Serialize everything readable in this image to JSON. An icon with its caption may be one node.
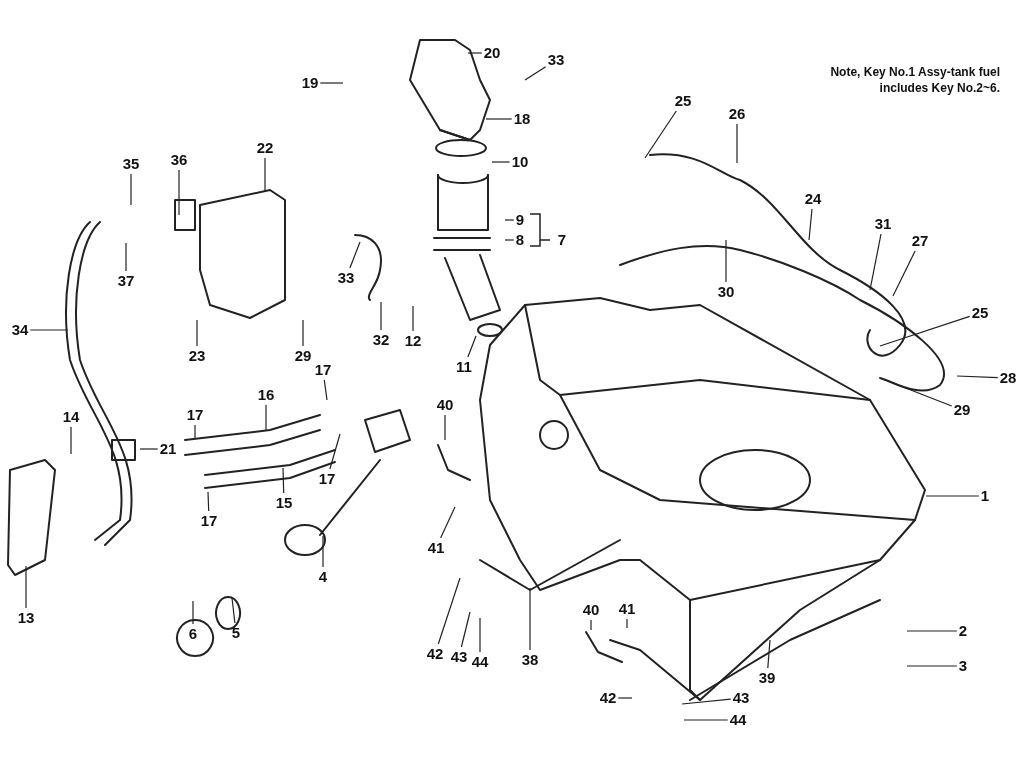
{
  "diagram": {
    "nodes": [
      {
        "text": [
          "20"
        ]
      },
      {
        "text": [
          "33"
        ]
      },
      {
        "text": [
          "19"
        ]
      },
      {
        "text": [
          "18"
        ]
      },
      {
        "text": [
          "25"
        ]
      },
      {
        "text": [
          "26"
        ]
      },
      {
        "text": [
          "10"
        ]
      },
      {
        "text": [
          "22"
        ]
      },
      {
        "text": [
          "35"
        ]
      },
      {
        "text": [
          "36"
        ]
      },
      {
        "text": [
          "24"
        ]
      },
      {
        "text": [
          "9"
        ]
      },
      {
        "text": [
          "8"
        ]
      },
      {
        "text": [
          "31"
        ]
      },
      {
        "text": [
          "27"
        ]
      },
      {
        "text": [
          "37"
        ]
      },
      {
        "text": [
          "33"
        ]
      },
      {
        "text": [
          "30"
        ]
      },
      {
        "text": [
          "25"
        ]
      },
      {
        "text": [
          "34"
        ]
      },
      {
        "text": [
          "23"
        ]
      },
      {
        "text": [
          "29"
        ]
      },
      {
        "text": [
          "32"
        ]
      },
      {
        "text": [
          "12"
        ]
      },
      {
        "text": [
          "11"
        ]
      },
      {
        "text": [
          "28"
        ]
      },
      {
        "text": [
          "17"
        ]
      },
      {
        "text": [
          "16"
        ]
      },
      {
        "text": [
          "40"
        ]
      },
      {
        "text": [
          "29"
        ]
      },
      {
        "text": [
          "14"
        ]
      },
      {
        "text": [
          "17"
        ]
      },
      {
        "text": [
          "21"
        ]
      },
      {
        "text": [
          "17"
        ]
      },
      {
        "text": [
          "1"
        ]
      },
      {
        "text": [
          "15"
        ]
      },
      {
        "text": [
          "17"
        ]
      },
      {
        "text": [
          "41"
        ]
      },
      {
        "text": [
          "4"
        ]
      },
      {
        "text": [
          "40"
        ]
      },
      {
        "text": [
          "41"
        ]
      },
      {
        "text": [
          "13"
        ]
      },
      {
        "text": [
          "5"
        ]
      },
      {
        "text": [
          "6"
        ]
      },
      {
        "text": [
          "2"
        ]
      },
      {
        "text": [
          "42"
        ]
      },
      {
        "text": [
          "43"
        ]
      },
      {
        "text": [
          "44"
        ]
      },
      {
        "text": [
          "38"
        ]
      },
      {
        "text": [
          "3"
        ]
      },
      {
        "text": [
          "39"
        ]
      },
      {
        "text": [
          "42"
        ]
      },
      {
        "text": [
          "43"
        ]
      },
      {
        "text": [
          "44"
        ]
      }
    ],
    "edges": [
      {
        "from": 0,
        "to": null,
        "arrow": "none"
      },
      {
        "from": 1,
        "to": null,
        "arrow": "none"
      },
      {
        "from": 2,
        "to": null,
        "arrow": "none"
      },
      {
        "from": 3,
        "to": null,
        "arrow": "none"
      },
      {
        "from": 4,
        "to": null,
        "arrow": "none"
      },
      {
        "from": 5,
        "to": null,
        "arrow": "none"
      },
      {
        "from": 6,
        "to": null,
        "arrow": "none"
      },
      {
        "from": 7,
        "to": null,
        "arrow": "none"
      },
      {
        "from": 8,
        "to": null,
        "arrow": "none"
      },
      {
        "from": 9,
        "to": null,
        "arrow": "none"
      },
      {
        "from": 10,
        "to": null,
        "arrow": "none"
      },
      {
        "from": 11,
        "to": null,
        "arrow": "none"
      },
      {
        "from": 12,
        "to": null,
        "arrow": "none"
      },
      {
        "from": 13,
        "to": null,
        "arrow": "none"
      },
      {
        "from": 14,
        "to": null,
        "arrow": "none"
      },
      {
        "from": 15,
        "to": null,
        "arrow": "none"
      },
      {
        "from": 16,
        "to": null,
        "arrow": "none"
      },
      {
        "from": 17,
        "to": null,
        "arrow": "none"
      },
      {
        "from": 18,
        "to": null,
        "arrow": "none"
      },
      {
        "from": 19,
        "to": null,
        "arrow": "none"
      },
      {
        "from": 20,
        "to": null,
        "arrow": "none"
      },
      {
        "from": 21,
        "to": null,
        "arrow": "none"
      },
      {
        "from": 22,
        "to": null,
        "arrow": "none"
      },
      {
        "from": 23,
        "to": null,
        "arrow": "none"
      },
      {
        "from": 24,
        "to": null,
        "arrow": "none"
      },
      {
        "from": 25,
        "to": null,
        "arrow": "none"
      },
      {
        "from": 26,
        "to": null,
        "arrow": "none"
      },
      {
        "from": 27,
        "to": null,
        "arrow": "none"
      },
      {
        "from": 28,
        "to": null,
        "arrow": "none"
      },
      {
        "from": 29,
        "to": null,
        "arrow": "none"
      },
      {
        "from": 30,
        "to": null,
        "arrow": "none"
      },
      {
        "from": 31,
        "to": null,
        "arrow": "none"
      },
      {
        "from": 32,
        "to": null,
        "arrow": "none"
      },
      {
        "from": 33,
        "to": null,
        "arrow": "none"
      },
      {
        "from": 34,
        "to": null,
        "arrow": "none"
      },
      {
        "from": 35,
        "to": null,
        "arrow": "none"
      },
      {
        "from": 36,
        "to": null,
        "arrow": "none"
      },
      {
        "from": 37,
        "to": null,
        "arrow": "none"
      },
      {
        "from": 38,
        "to": null,
        "arrow": "none"
      },
      {
        "from": 39,
        "to": null,
        "arrow": "none"
      },
      {
        "from": 40,
        "to": null,
        "arrow": "none"
      },
      {
        "from": 41,
        "to": null,
        "arrow": "none"
      },
      {
        "from": 42,
        "to": null,
        "arrow": "none"
      },
      {
        "from": 43,
        "to": null,
        "arrow": "none"
      },
      {
        "from": 44,
        "to": null,
        "arrow": "none"
      },
      {
        "from": 45,
        "to": null,
        "arrow": "none"
      },
      {
        "from": 46,
        "to": null,
        "arrow": "none"
      },
      {
        "from": 47,
        "to": null,
        "arrow": "none"
      },
      {
        "from": 48,
        "to": null,
        "arrow": "none"
      },
      {
        "from": 49,
        "to": null,
        "arrow": "none"
      },
      {
        "from": 50,
        "to": null,
        "arrow": "none"
      },
      {
        "from": 51,
        "to": null,
        "arrow": "none"
      },
      {
        "from": 52,
        "to": null,
        "arrow": "none"
      },
      {
        "from": 53,
        "to": null,
        "arrow": "none"
      }
    ],
    "labels": [
      "Note, Key No.1 Assy-tank fuel includes Key No.2~6.",
      "7"
    ]
  }
}
